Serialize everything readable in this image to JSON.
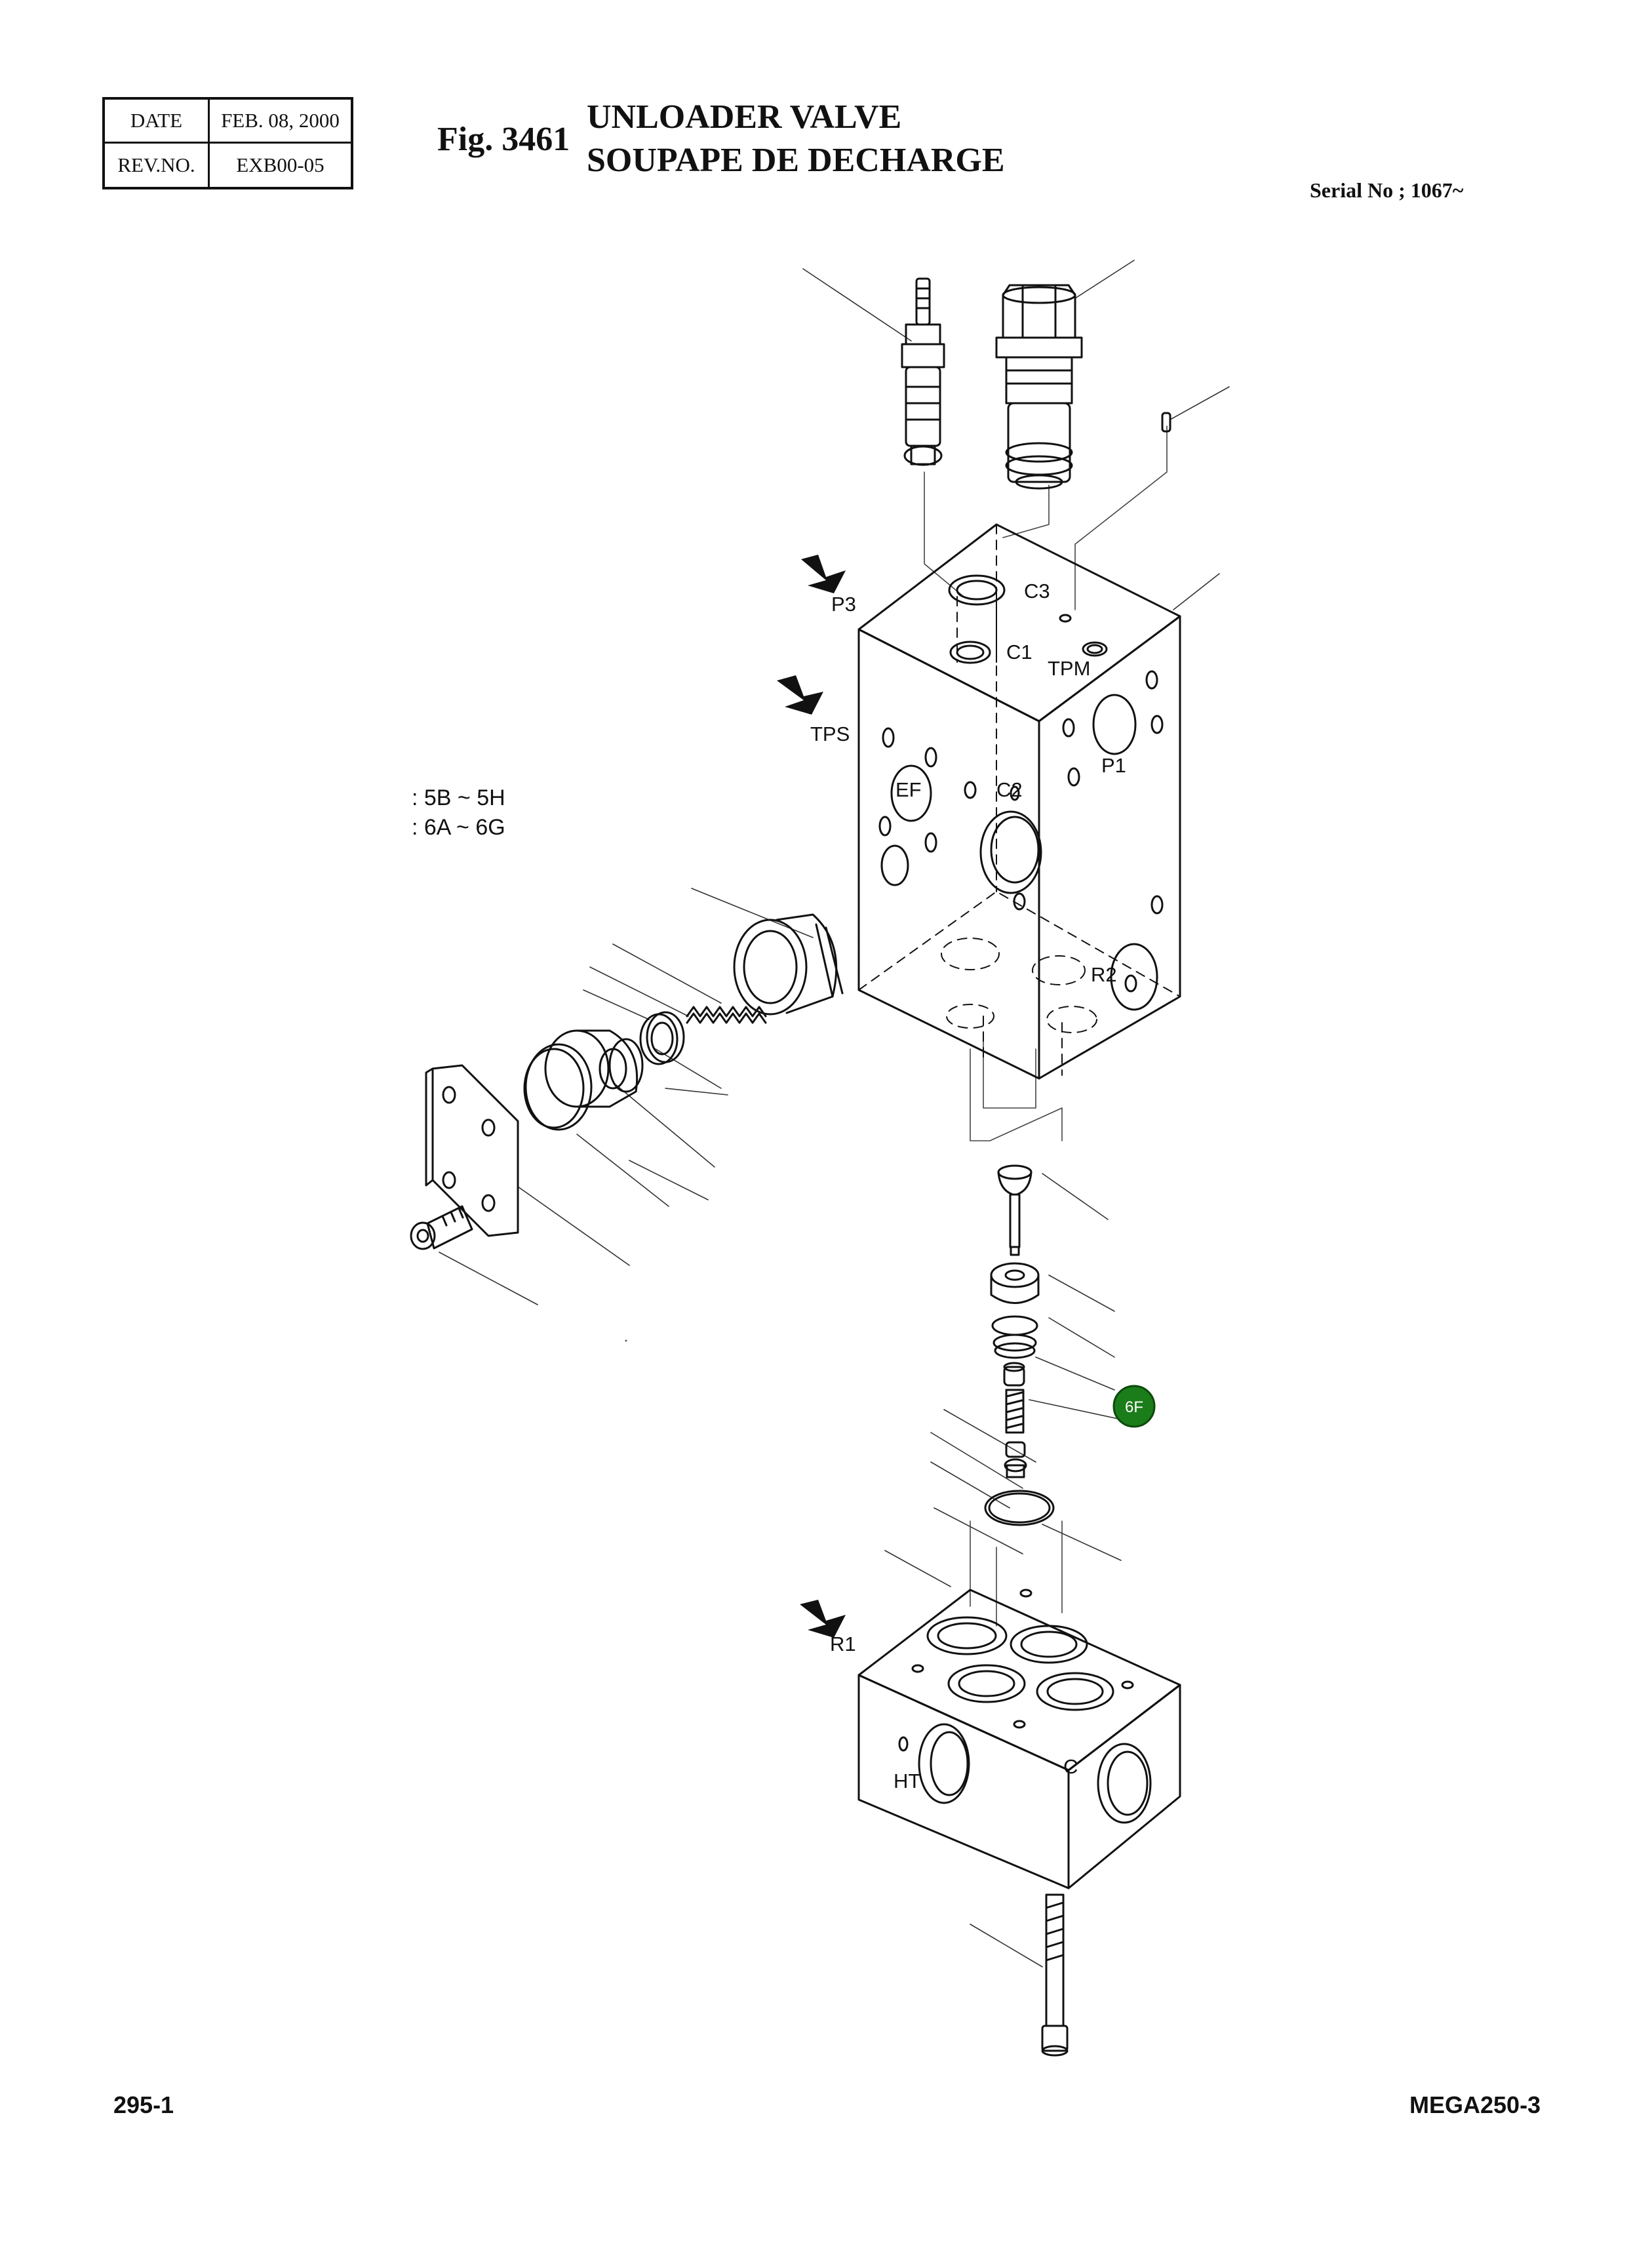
{
  "header": {
    "date_label": "DATE",
    "date_value": "FEB. 08, 2000",
    "rev_label": "REV.NO.",
    "rev_value": "EXB00-05",
    "fig_number": "Fig. 3461",
    "title_en": "UNLOADER VALVE",
    "title_fr": "SOUPAPE DE DECHARGE",
    "serial": "Serial No ; 1067~"
  },
  "ref_notes": [
    ": 5B ~ 5H",
    ": 6A ~ 6G"
  ],
  "port_labels": {
    "p3": "P3",
    "c3": "C3",
    "c1": "C1",
    "tpm": "TPM",
    "tps": "TPS",
    "ef": "EF",
    "c2": "C2",
    "p1": "P1",
    "r2": "R2",
    "r1": "R1",
    "ht": "HT",
    "c": "C"
  },
  "badge": {
    "label": "6F",
    "color": "#1a7d1a"
  },
  "footer": {
    "page": "295-1",
    "model": "MEGA250-3"
  }
}
